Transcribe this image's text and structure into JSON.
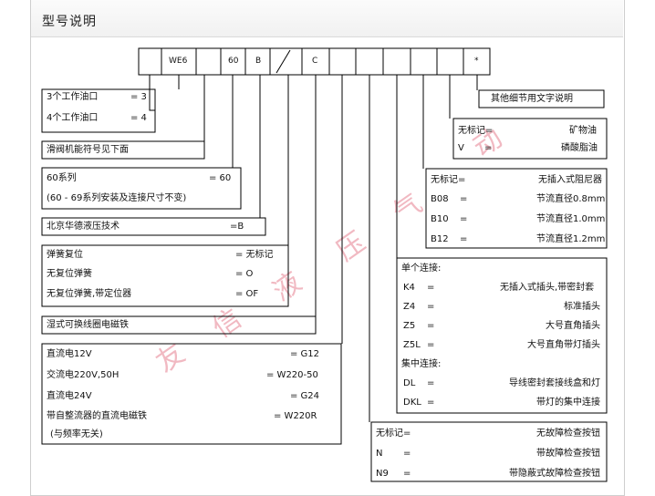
{
  "page": {
    "title": "型号说明"
  },
  "code_row": {
    "cells": [
      "WE6",
      "60",
      "B",
      "C",
      "*"
    ]
  },
  "g1": {
    "l1": "3个工作油口",
    "v1": "= 3",
    "l2": "4个工作油口",
    "v2": "= 4"
  },
  "g2": {
    "l1": "滑阀机能符号见下面"
  },
  "g3": {
    "l1": "60系列",
    "v1": "= 60",
    "l2": "(60 - 69系列安装及连接尺寸不变)"
  },
  "g4": {
    "l1": "北京华德液压技术",
    "v1": "=B"
  },
  "g5": {
    "l1": "弹簧复位",
    "v1": "= 无标记",
    "l2": "无复位弹簧",
    "v2": "= O",
    "l3": "无复位弹簧,带定位器",
    "v3": "= OF"
  },
  "g6": {
    "l1": "湿式可换线圈电磁铁"
  },
  "g7": {
    "l1": "直流电12V",
    "v1": "= G12",
    "l2": "交流电220V,50H",
    "v2": "= W220-50",
    "l3": "直流电24V",
    "v3": "= G24",
    "l4": "带自整流器的直流电磁铁",
    "v4": "= W220R",
    "l5": "(与频率无关)"
  },
  "r1": {
    "l1": "其他细节用文字说明"
  },
  "r2": {
    "l1": "无标记=",
    "v1": "矿物油",
    "l2": "V",
    "eq": "=",
    "v2": "磷酸脂油"
  },
  "r3": {
    "l1": "无标记=",
    "v1": "无插入式阻尼器",
    "l2": "B08",
    "v2": "节流直径0.8mm",
    "l3": "B10",
    "v3": "节流直径1.0mm",
    "l4": "B12",
    "v4": "节流直径1.2mm",
    "eq": "="
  },
  "r4": {
    "h1": "单个连接:",
    "l1": "K4",
    "v1": "无插入式插头,带密封套",
    "l2": "Z4",
    "v2": "标准插头",
    "l3": "Z5",
    "v3": "大号直角插头",
    "l4": "Z5L",
    "v4": "大号直角带灯插头",
    "h2": "集中连接:",
    "l5": "DL",
    "v5": "导线密封套接线盒和灯",
    "l6": "DKL",
    "v6": "带灯的集中连接",
    "eq": "="
  },
  "r5": {
    "l1": "无标记=",
    "v1": "无故障检查按钮",
    "l2": "N",
    "v2": "带故障检查按钮",
    "l3": "N9",
    "v3": "带隐蔽式故障检查按钮",
    "eq": "="
  },
  "watermark": {
    "c1": "友",
    "c2": "信",
    "c3": "液",
    "c4": "压",
    "c5": "气",
    "c6": "动"
  }
}
